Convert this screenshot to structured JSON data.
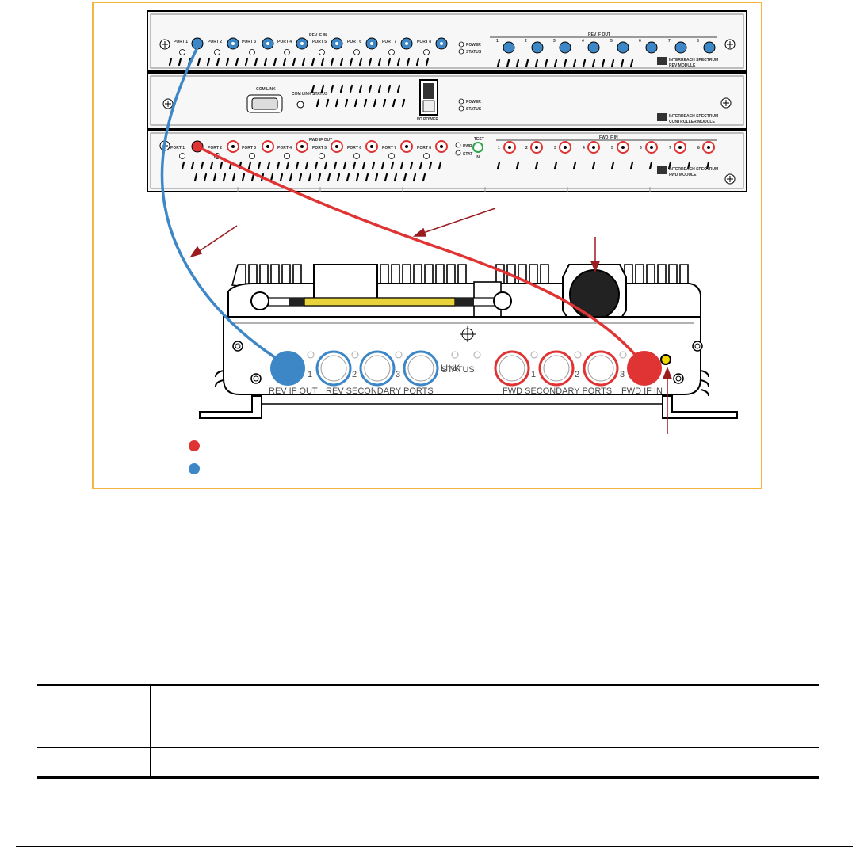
{
  "figure": {
    "rev_module": {
      "name_line1": "INTERREACH SPECTRUM",
      "name_line2": "REV MODULE",
      "group_if_in": "REV IF IN",
      "group_if_out": "REV IF OUT",
      "power": "POWER",
      "status": "STATUS",
      "ports": [
        "PORT 1",
        "PORT 2",
        "PORT 3",
        "PORT 4",
        "PORT 5",
        "PORT 6",
        "PORT 7",
        "PORT 8"
      ],
      "out_numbers": [
        "1",
        "2",
        "3",
        "4",
        "5",
        "6",
        "7",
        "8"
      ]
    },
    "controller_module": {
      "name_line1": "INTERREACH SPECTRUM",
      "name_line2": "CONTROLLER MODULE",
      "com_link": "COM LINK",
      "com_link_status": "COM LINK STATUS",
      "power": "POWER",
      "status": "STATUS",
      "switch": "I/O POWER"
    },
    "fwd_module": {
      "name_line1": "INTERREACH SPECTRUM",
      "name_line2": "FWD MODULE",
      "group_if_out": "FWD IF OUT",
      "group_if_in": "FWD IF IN",
      "pwr": "PWR",
      "stat": "STAT",
      "test": "TEST",
      "in": "IN",
      "ports": [
        "PORT 1",
        "PORT 2",
        "PORT 3",
        "PORT 4",
        "PORT 5",
        "PORT 6",
        "PORT 7",
        "PORT 8"
      ],
      "in_numbers": [
        "1",
        "2",
        "3",
        "4",
        "5",
        "6",
        "7",
        "8"
      ]
    },
    "remote_unit": {
      "rev_if_out": "REV IF OUT",
      "rev_secondary_ports": "REV SECONDARY PORTS",
      "link": "LINK",
      "status": "STATUS",
      "fwd_secondary_ports": "FWD SECONDARY PORTS",
      "fwd_if_in": "FWD IF IN",
      "rev_port_numbers": [
        "1",
        "2",
        "3"
      ],
      "fwd_port_numbers": [
        "1",
        "2",
        "3"
      ]
    },
    "colors": {
      "frame": "#f6b63d",
      "fwd_cable": "#e03434",
      "rev_cable": "#3d87c6",
      "callout": "#9a1b20",
      "status_led": "#f2d600",
      "test_port": "#2aa84a",
      "yellow_band": "#e8d43a"
    }
  },
  "table": {
    "rows": [
      {
        "col1": "",
        "col2": ""
      },
      {
        "col1": "",
        "col2": ""
      },
      {
        "col1": "",
        "col2": ""
      }
    ]
  }
}
